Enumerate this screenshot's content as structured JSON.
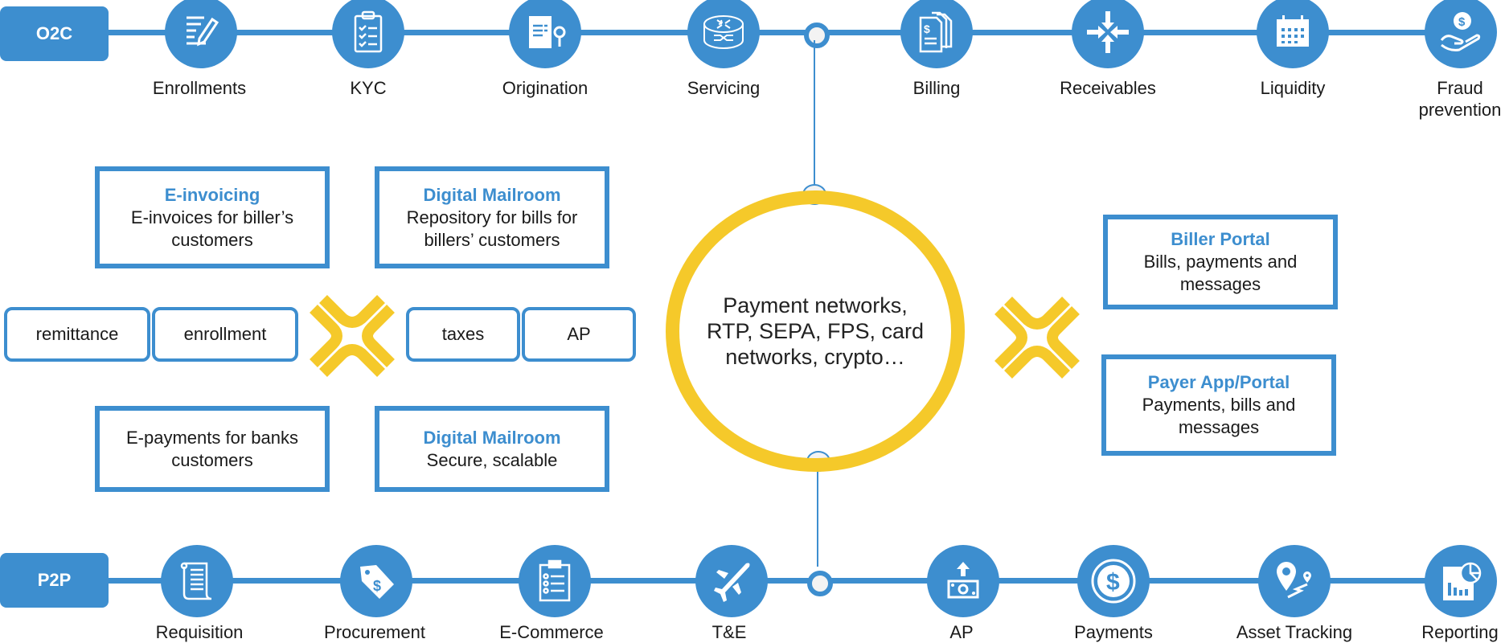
{
  "colors": {
    "accent": "#3d8ecf",
    "ring": "#f5c92a",
    "text": "#1a1a1a"
  },
  "top_flow": {
    "tag": "O2C",
    "steps": [
      {
        "label": "Enrollments",
        "icon": "form-edit-icon"
      },
      {
        "label": "KYC",
        "icon": "checklist-clipboard-icon"
      },
      {
        "label": "Origination",
        "icon": "document-key-icon"
      },
      {
        "label": "Servicing",
        "icon": "router-icon"
      },
      {
        "label": "Billing",
        "icon": "invoice-documents-icon"
      },
      {
        "label": "Receivables",
        "icon": "converge-arrows-icon"
      },
      {
        "label": "Liquidity",
        "icon": "calendar-icon"
      },
      {
        "label": "Fraud prevention",
        "icon": "hand-coin-icon"
      }
    ]
  },
  "bottom_flow": {
    "tag": "P2P",
    "steps": [
      {
        "label": "Requisition",
        "icon": "scroll-icon"
      },
      {
        "label": "Procurement",
        "icon": "price-tag-icon"
      },
      {
        "label": "E-Commerce",
        "icon": "clipboard-list-icon"
      },
      {
        "label": "T&E",
        "icon": "airplane-icon"
      },
      {
        "label": "AP",
        "icon": "money-upload-icon"
      },
      {
        "label": "Payments",
        "icon": "dollar-coin-icon"
      },
      {
        "label": "Asset Tracking",
        "icon": "map-pin-route-icon"
      },
      {
        "label": "Reporting",
        "icon": "report-chart-icon"
      }
    ]
  },
  "left_cards": {
    "einvoicing": {
      "title": "E-invoicing",
      "lines": [
        "E-invoices for biller’s",
        "customers"
      ]
    },
    "mailroom_top": {
      "title": "Digital Mailroom",
      "lines": [
        "Repository for bills for",
        "billers’ customers"
      ]
    },
    "epayments": {
      "title": "",
      "lines": [
        "E-payments for banks",
        "customers"
      ]
    },
    "mailroom_bottom": {
      "title": "Digital Mailroom",
      "lines": [
        "Secure, scalable"
      ]
    }
  },
  "pills": [
    "remittance",
    "enrollment",
    "taxes",
    "AP"
  ],
  "hub": {
    "text": "Payment networks, RTP, SEPA, FPS, card networks, crypto…"
  },
  "right_cards": {
    "biller_portal": {
      "title": "Biller Portal",
      "lines": [
        "Bills, payments and",
        "messages"
      ]
    },
    "payer_portal": {
      "title": "Payer App/Portal",
      "lines": [
        "Payments, bills and",
        "messages"
      ]
    }
  }
}
